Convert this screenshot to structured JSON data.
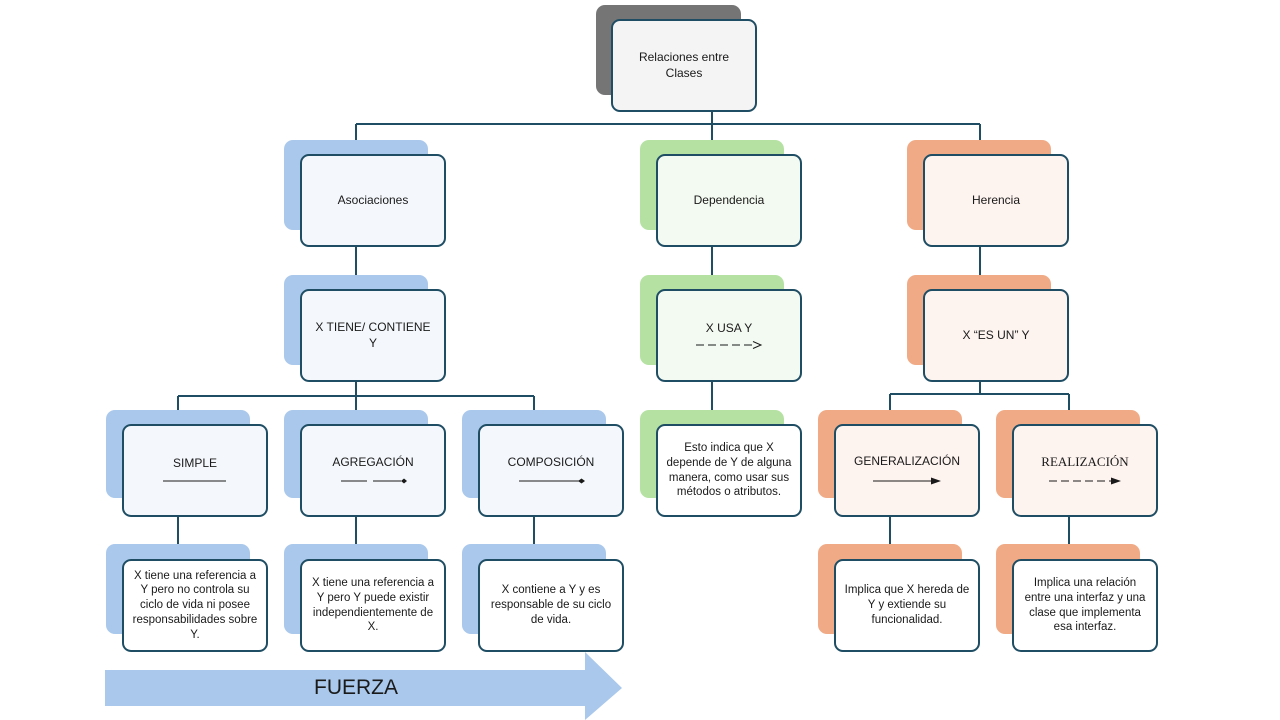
{
  "colors": {
    "connector": "#1f4e64",
    "gray_shadow": "#757575",
    "blue_shadow": "#a9c8eb",
    "blue_fill": "#f4f8fc",
    "green_shadow": "#b5e2a3",
    "green_fill": "#f3faf1",
    "orange_shadow": "#f0aa86",
    "orange_fill": "#fdf3ef",
    "root_fill": "#f4f4f4",
    "arrow": "#a9c8eb"
  },
  "root": {
    "label": "Relaciones entre Clases"
  },
  "branches": {
    "asociaciones": {
      "label": "Asociaciones",
      "relation": "X TIENE/ CONTIENE  Y",
      "types": {
        "simple": {
          "label": "SIMPLE",
          "desc": "X tiene una referencia a Y pero no controla su ciclo de vida ni posee responsabilidades sobre Y."
        },
        "agregacion": {
          "label": "AGREGACIÓN",
          "desc": "X tiene una referencia a Y pero Y puede existir independientemente de X."
        },
        "composicion": {
          "label": "COMPOSICIÓN",
          "desc": "X contiene a Y y es responsable de su ciclo de vida."
        }
      }
    },
    "dependencia": {
      "label": "Dependencia",
      "relation": "X USA Y",
      "desc": "Esto indica que X depende de Y de alguna manera, como usar sus métodos o atributos."
    },
    "herencia": {
      "label": "Herencia",
      "relation": "X “ES UN” Y",
      "types": {
        "generalizacion": {
          "label": "GENERALIZACIÓN",
          "desc": "Implica que X hereda de Y y extiende su funcionalidad."
        },
        "realizacion": {
          "label": "REALIZACIÓN",
          "desc": "Implica una relación entre una interfaz y una clase que implementa esa interfaz."
        }
      }
    }
  },
  "fuerza": {
    "label": "FUERZA"
  }
}
